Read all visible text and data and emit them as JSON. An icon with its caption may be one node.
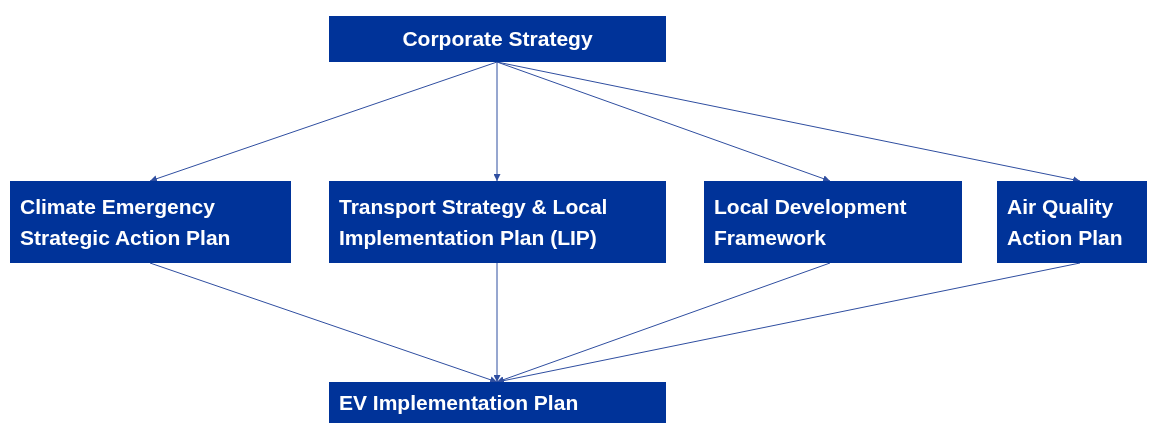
{
  "diagram": {
    "nodes": [
      {
        "text": [
          "Corporate Strategy"
        ]
      },
      {
        "text": [
          "Climate Emergency Strategic Action Plan"
        ]
      },
      {
        "text": [
          "Transport Strategy & Local Implementation Plan (LIP)"
        ]
      },
      {
        "text": [
          "Local Development Framework"
        ]
      },
      {
        "text": [
          "Air Quality Action Plan"
        ]
      },
      {
        "text": [
          "EV Implementation Plan"
        ]
      }
    ],
    "edges": [
      {
        "from": 0,
        "to": 1,
        "arrow": "to"
      },
      {
        "from": 0,
        "to": 2,
        "arrow": "to"
      },
      {
        "from": 0,
        "to": 3,
        "arrow": "to"
      },
      {
        "from": 0,
        "to": 4,
        "arrow": "to"
      },
      {
        "from": 1,
        "to": 5,
        "arrow": "to"
      },
      {
        "from": 2,
        "to": 5,
        "arrow": "to"
      },
      {
        "from": 3,
        "to": 5,
        "arrow": "to"
      },
      {
        "from": 4,
        "to": 5,
        "arrow": "to"
      }
    ]
  }
}
